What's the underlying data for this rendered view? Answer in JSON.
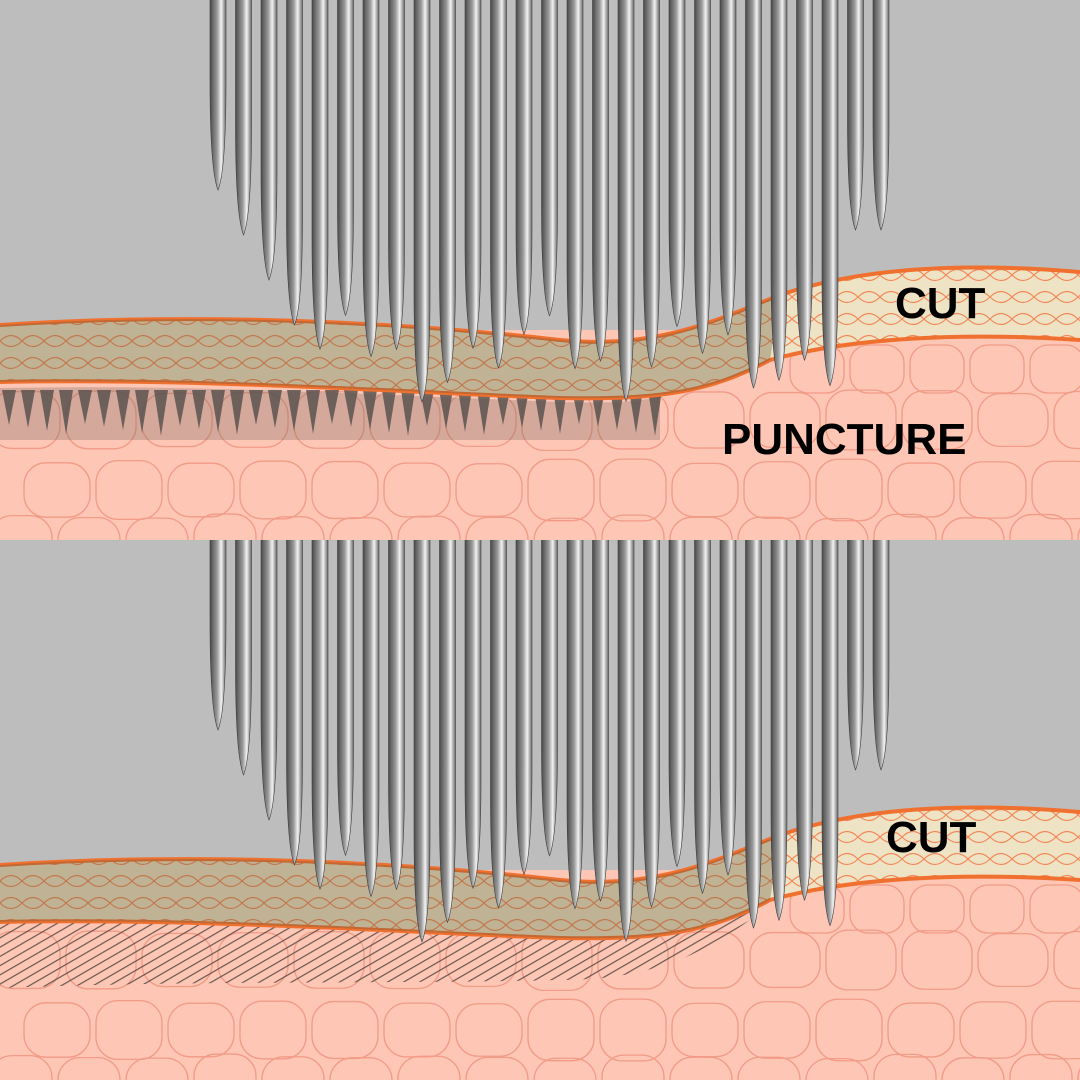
{
  "diagram": {
    "panels": [
      {
        "id": "top",
        "labels": {
          "cut": "CUT",
          "puncture": "PUNCTURE"
        }
      },
      {
        "id": "bottom",
        "labels": {
          "cut": "CUT"
        }
      }
    ]
  },
  "colors": {
    "background": "#bdbdbd",
    "flesh": "#fdc6b5",
    "cell_outline": "#f29b86",
    "skin_fill": "#efe3c6",
    "skin_outline": "#f07030",
    "needle_dark": "#555555",
    "needle_light": "#eeeeee"
  }
}
